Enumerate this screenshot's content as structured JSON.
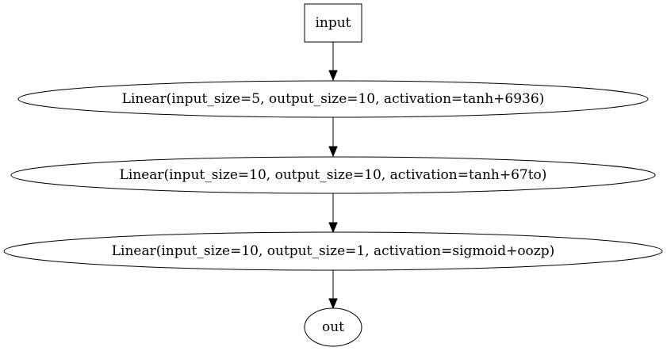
{
  "diagram": {
    "nodes": [
      {
        "id": "input",
        "label": "input",
        "shape": "box"
      },
      {
        "id": "layer1",
        "label": "Linear(input_size=5, output_size=10, activation=tanh+6936)",
        "shape": "ellipse"
      },
      {
        "id": "layer2",
        "label": "Linear(input_size=10, output_size=10, activation=tanh+67to)",
        "shape": "ellipse"
      },
      {
        "id": "layer3",
        "label": "Linear(input_size=10, output_size=1, activation=sigmoid+oozp)",
        "shape": "ellipse"
      },
      {
        "id": "out",
        "label": "out",
        "shape": "ellipse"
      }
    ],
    "edges": [
      {
        "from": "input",
        "to": "layer1"
      },
      {
        "from": "layer1",
        "to": "layer2"
      },
      {
        "from": "layer2",
        "to": "layer3"
      },
      {
        "from": "layer3",
        "to": "out"
      }
    ],
    "colors": {
      "stroke": "#000000",
      "fill": "#ffffff",
      "text": "#000000"
    }
  }
}
